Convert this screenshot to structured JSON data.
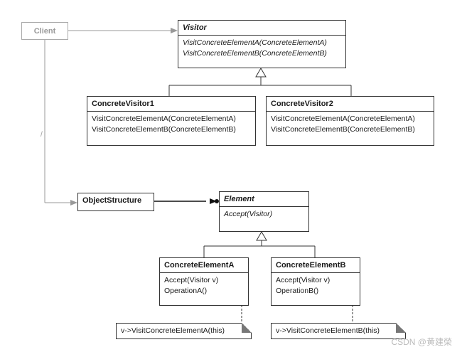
{
  "client": {
    "label": "Client"
  },
  "visitor": {
    "title": "Visitor",
    "methods": [
      "VisitConcreteElementA(ConcreteElementA)",
      "VisitConcreteElementB(ConcreteElementB)"
    ]
  },
  "concrete_visitor_1": {
    "title": "ConcreteVisitor1",
    "methods": [
      "VisitConcreteElementA(ConcreteElementA)",
      "VisitConcreteElementB(ConcreteElementB)"
    ]
  },
  "concrete_visitor_2": {
    "title": "ConcreteVisitor2",
    "methods": [
      "VisitConcreteElementA(ConcreteElementA)",
      "VisitConcreteElementB(ConcreteElementB)"
    ]
  },
  "object_structure": {
    "title": "ObjectStructure"
  },
  "element": {
    "title": "Element",
    "methods": [
      "Accept(Visitor)"
    ]
  },
  "concrete_element_a": {
    "title": "ConcreteElementA",
    "methods": [
      "Accept(Visitor v)",
      "OperationA()"
    ]
  },
  "concrete_element_b": {
    "title": "ConcreteElementB",
    "methods": [
      "Accept(Visitor v)",
      "OperationB()"
    ]
  },
  "note_a": {
    "text": "v->VisitConcreteElementA(this)"
  },
  "note_b": {
    "text": "v->VisitConcreteElementB(this)"
  },
  "watermark": "CSDN @黄建榮"
}
